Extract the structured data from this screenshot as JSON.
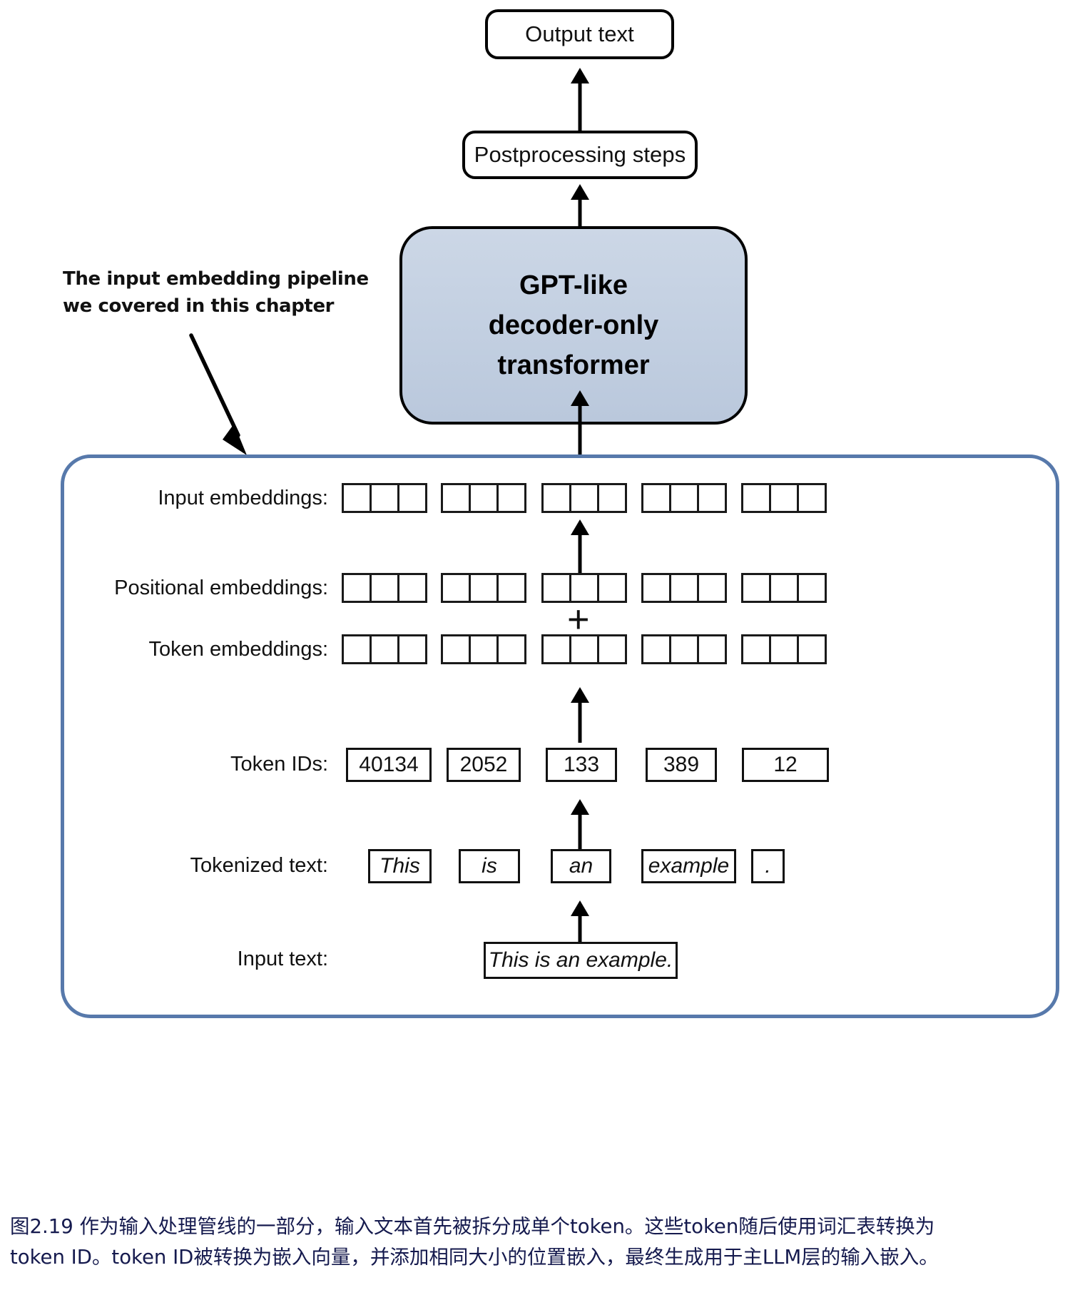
{
  "figure": {
    "id": "figure-2-19",
    "top_boxes": {
      "output_text": "Output text",
      "postprocessing": "Postprocessing steps"
    },
    "model_box": {
      "line1": "GPT-like",
      "line2": "decoder-only",
      "line3": "transformer",
      "fill_color": "#c3cfe1",
      "border_color": "#000000"
    },
    "annotation": {
      "line1": "The input embedding pipeline",
      "line2": "we covered in this chapter"
    },
    "pipeline": {
      "border_color": "#5779ab",
      "rows": [
        {
          "label": "Input embeddings:",
          "kind": "cells",
          "groups": 5,
          "cells_per_group": 3
        },
        {
          "label": "Positional embeddings:",
          "kind": "cells",
          "groups": 5,
          "cells_per_group": 3
        },
        {
          "label": "Token embeddings:",
          "kind": "cells",
          "groups": 5,
          "cells_per_group": 3
        },
        {
          "label": "Token IDs:",
          "kind": "values",
          "values": [
            "40134",
            "2052",
            "133",
            "389",
            "12"
          ]
        },
        {
          "label": "Tokenized text:",
          "kind": "values",
          "values": [
            "This",
            "is",
            "an",
            "example",
            "."
          ]
        },
        {
          "label": "Input text:",
          "kind": "values",
          "values": [
            "This is an example."
          ]
        }
      ],
      "plus_symbol": "+"
    }
  },
  "caption": {
    "line1": "图2.19 作为输入处理管线的一部分，输入文本首先被拆分成单个token。这些token随后使用词汇表转换为",
    "line2": "token ID。token ID被转换为嵌入向量，并添加相同大小的位置嵌入，最终生成用于主LLM层的输入嵌入。",
    "color": "#151a4e"
  }
}
